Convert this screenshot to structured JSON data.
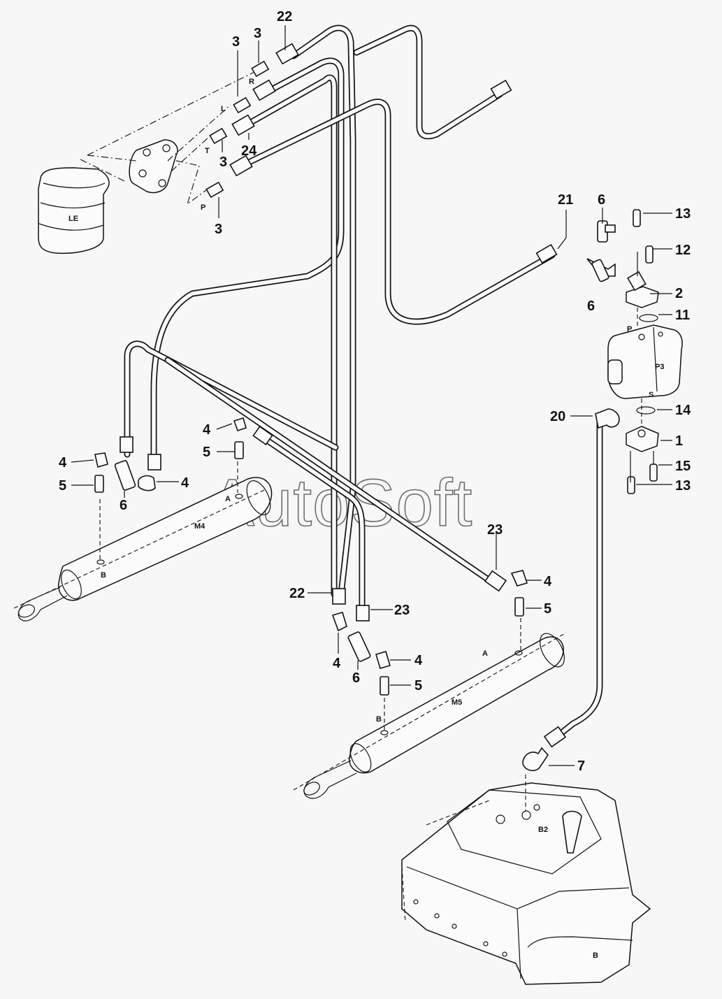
{
  "watermark": "AutoSoft",
  "callouts": {
    "c22_top": "22",
    "c3_a": "3",
    "c3_b": "3",
    "c3_c": "3",
    "c3_d": "3",
    "c24": "24",
    "c21": "21",
    "c6_top": "6",
    "c6_mid": "6",
    "c13_top": "13",
    "c12": "12",
    "c2": "2",
    "c11": "11",
    "c20": "20",
    "c14": "14",
    "c1": "1",
    "c15": "15",
    "c13_bot": "13",
    "c4_a": "4",
    "c5_a": "5",
    "c4_b": "4",
    "c5_b": "5",
    "c6_left": "6",
    "c4_c": "4",
    "c23_top": "23",
    "c4_d": "4",
    "c5_c": "5",
    "c22_bot": "22",
    "c23_bot": "23",
    "c4_e": "4",
    "c6_bot": "6",
    "c4_f": "4",
    "c5_d": "5",
    "c7": "7"
  },
  "port_labels": {
    "R": "R",
    "L": "L",
    "T": "T",
    "P_valve": "P",
    "P_pump": "P",
    "S_pump": "S",
    "A_left": "A",
    "B_left": "B",
    "A_right": "A",
    "B_right": "B"
  },
  "component_labels": {
    "LE": "LE",
    "P3": "P3",
    "M4": "M4",
    "M5": "M5",
    "B2": "B2",
    "B_tank": "B"
  }
}
